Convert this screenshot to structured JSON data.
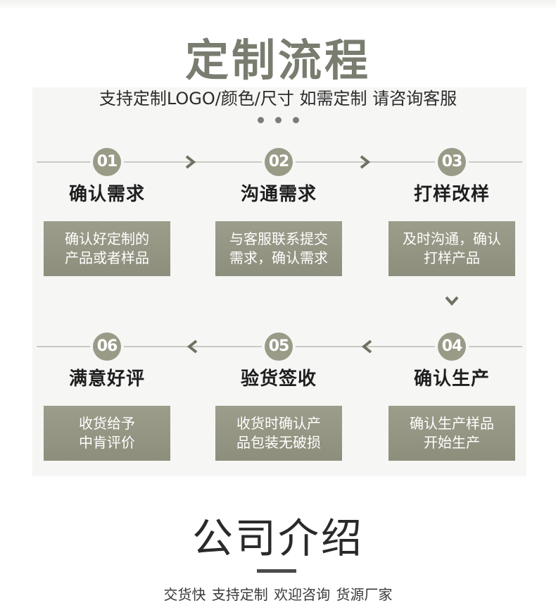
{
  "process": {
    "title": "定制流程",
    "subtitle": "支持定制LOGO/颜色/尺寸 如需定制 请咨询客服",
    "steps": [
      {
        "num": "01",
        "title": "确认需求",
        "desc": [
          "确认好定制的",
          "产品或者样品"
        ]
      },
      {
        "num": "02",
        "title": "沟通需求",
        "desc": [
          "与客服联系提交",
          "需求，确认需求"
        ]
      },
      {
        "num": "03",
        "title": "打样改样",
        "desc": [
          "及时沟通，确认",
          "打样产品"
        ]
      },
      {
        "num": "04",
        "title": "确认生产",
        "desc": [
          "确认生产样品",
          "开始生产"
        ]
      },
      {
        "num": "05",
        "title": "验货签收",
        "desc": [
          "收货时确认产",
          "品包装无破损"
        ]
      },
      {
        "num": "06",
        "title": "满意好评",
        "desc": [
          "收货给予",
          "中肯评价"
        ]
      }
    ]
  },
  "company": {
    "title": "公司介绍",
    "tagline": "交货快 支持定制 欢迎咨询 货源厂家"
  },
  "icons": {
    "arrow_right": "chevron-right-icon",
    "arrow_left": "chevron-left-icon",
    "arrow_down": "chevron-down-icon"
  },
  "colors": {
    "title": "#787d6f",
    "accent": "#9a9b87",
    "box": "#919280",
    "panel": "#f6f6f5"
  }
}
